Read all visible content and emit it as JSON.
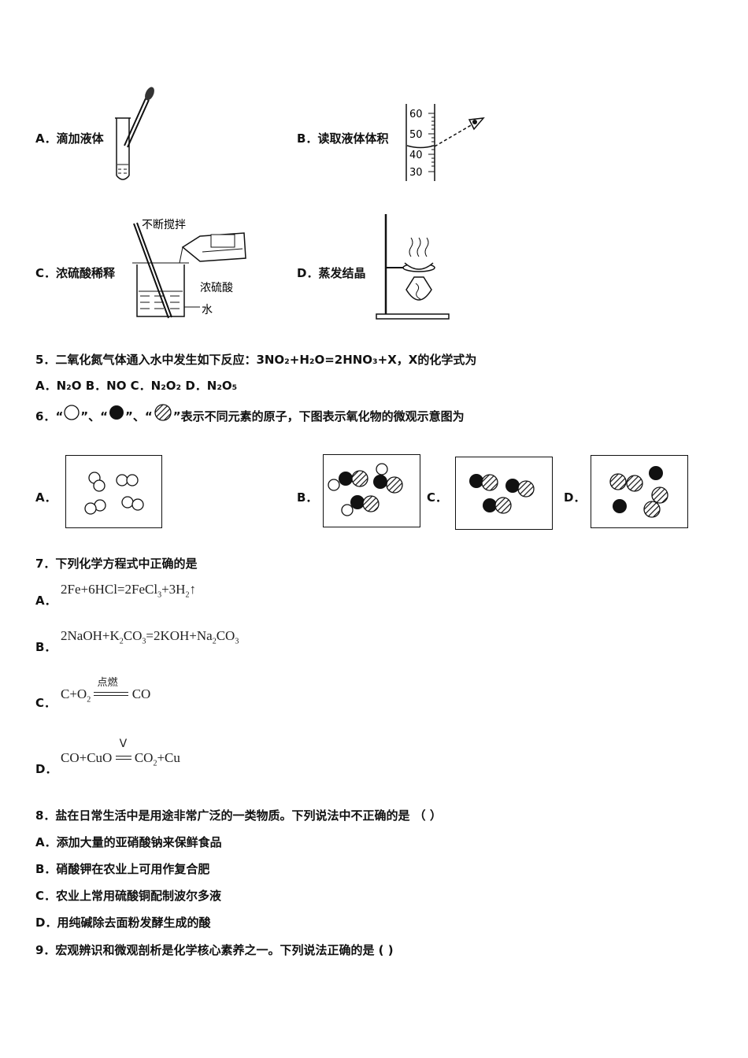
{
  "q4": {
    "options": [
      {
        "letter": "A．",
        "text": "滴加液体"
      },
      {
        "letter": "B．",
        "text": "读取液体体积"
      },
      {
        "letter": "C．",
        "text": "浓硫酸稀释"
      },
      {
        "letter": "D．",
        "text": "蒸发结晶"
      }
    ],
    "cylinder_ticks": [
      "60",
      "50",
      "40",
      "30"
    ],
    "dilution_labels": {
      "stir": "不断搅拌",
      "acid": "浓硫酸",
      "water": "水"
    }
  },
  "q5": {
    "stem": "5．二氧化氮气体通入水中发生如下反应：3NO₂+H₂O=2HNO₃+X，X的化学式为",
    "options": "A．N₂O  B．NO  C．N₂O₂  D．N₂O₅"
  },
  "q6": {
    "stem_num": "6．",
    "stem_text": "表示不同元素的原子，下图表示氧化物的微观示意图为",
    "quote_open": "“",
    "quote_close": "”",
    "sep": "、",
    "labels": [
      "A．",
      "B．",
      "C．",
      "D．"
    ]
  },
  "q7": {
    "stem": "7．下列化学方程式中正确的是",
    "labels": [
      "A．",
      "B．",
      "C．",
      "D．"
    ],
    "eqA": {
      "main": "2Fe+6HCl=2FeCl",
      "s1": "3",
      "mid": "+3H",
      "s2": "2",
      "end": "↑"
    },
    "eqB": {
      "p1": "2NaOH+K",
      "s1": "2",
      "p2": "CO",
      "s2": "3",
      "p3": "=2KOH+Na",
      "s3": "2",
      "p4": "CO",
      "s4": "3"
    },
    "eqC": {
      "p1": "C+O",
      "s1": "2",
      "cond": "点燃",
      "p2": "CO"
    },
    "eqD": {
      "p1": "CO+CuO",
      "cond": "V",
      "p2": "CO",
      "s1": "2",
      "p3": "+Cu"
    }
  },
  "q8": {
    "stem": "8．盐在日常生活中是用途非常广泛的一类物质。下列说法中不正确的是 （ ）",
    "options": [
      "A．添加大量的亚硝酸钠来保鲜食品",
      "B．硝酸钾在农业上可用作复合肥",
      "C．农业上常用硫酸铜配制波尔多液",
      "D．用纯碱除去面粉发酵生成的酸"
    ]
  },
  "q9": {
    "stem": "9．宏观辨识和微观剖析是化学核心素养之一。下列说法正确的是 ( )"
  }
}
